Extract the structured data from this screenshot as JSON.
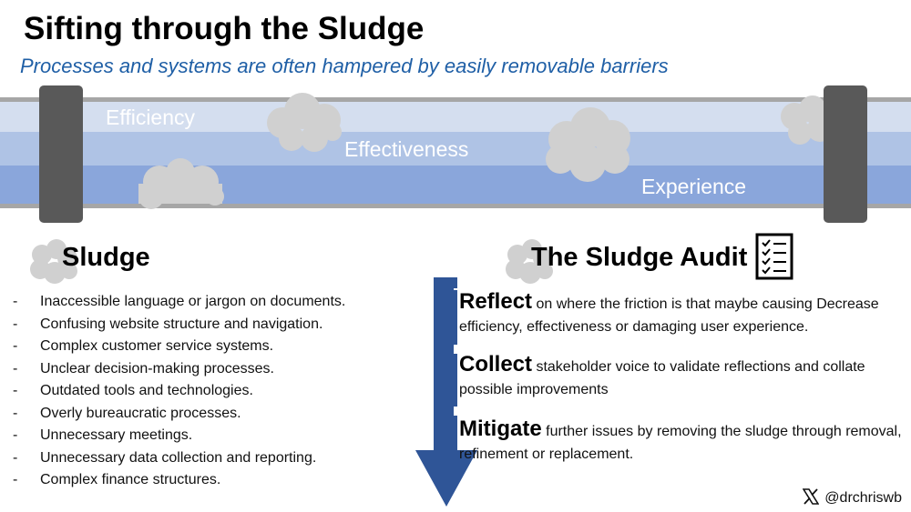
{
  "header": {
    "title": "Sifting through the Sludge",
    "subtitle": "Processes and systems are often hampered by easily removable barriers"
  },
  "pipe": {
    "bands": [
      {
        "label": "Efficiency",
        "color": "#d4deef"
      },
      {
        "label": "Effectiveness",
        "color": "#afc3e5"
      },
      {
        "label": "Experience",
        "color": "#8aa6db"
      }
    ],
    "flange_color": "#595959",
    "cloud_color": "#d0d0d0",
    "pipe_border_color": "#a6a6a6"
  },
  "sludge": {
    "heading": "Sludge",
    "items": [
      "Inaccessible language or jargon on documents.",
      "Confusing website structure and navigation.",
      "Complex customer service systems.",
      "Unclear decision-making processes.",
      "Outdated tools and technologies.",
      "Overly bureaucratic processes.",
      "Unnecessary meetings.",
      "Unnecessary data collection and reporting.",
      "Complex finance structures."
    ],
    "bullet": "-"
  },
  "audit": {
    "heading": "The Sludge Audit",
    "arrow_color": "#2f5597",
    "steps": [
      {
        "keyword": "Reflect",
        "text": " on where the friction is that maybe causing Decrease efficiency, effectiveness or damaging user experience."
      },
      {
        "keyword": "Collect",
        "text": " stakeholder voice to validate reflections and collate possible improvements"
      },
      {
        "keyword": "Mitigate",
        "text": " further issues by removing the sludge through removal, refinement or replacement."
      }
    ]
  },
  "footer": {
    "handle": "@drchriswb",
    "icon": "x-logo-icon"
  }
}
